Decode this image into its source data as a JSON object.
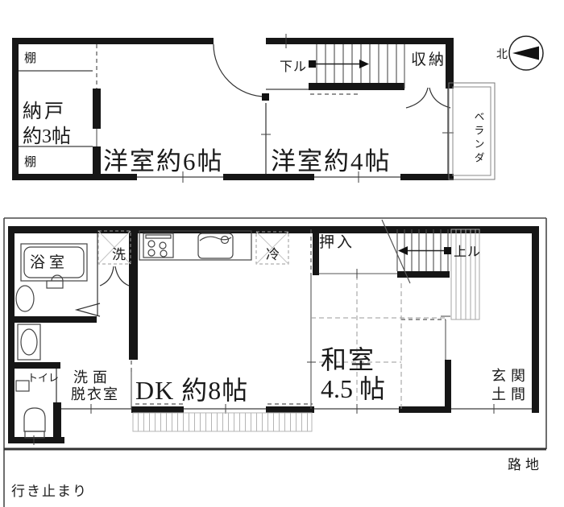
{
  "title": "floor-plan",
  "colors": {
    "wall": "#161616",
    "thin_line": "#3f3f3f",
    "light_line": "#a6a6a6",
    "background": "#ffffff"
  },
  "upper_floor": {
    "shelf_top": "棚",
    "shelf_bottom": "棚",
    "storage_line1": "納戸",
    "storage_line2": "約3帖",
    "western_room_6": "洋室約6帖",
    "western_room_4": "洋室約4帖",
    "stairs_down": "下ル",
    "closet": "収納",
    "veranda": "ベランダ",
    "compass_north": "北"
  },
  "lower_floor": {
    "bathroom": "浴室",
    "washer": "洗",
    "fridge": "冷",
    "closet": "押入",
    "stairs_up": "上ル",
    "toilet": "トイレ",
    "washroom_line1": "洗面",
    "washroom_line2": "脱衣室",
    "dining_kitchen": "DK 約8帖",
    "japanese_room_line1": "和室",
    "japanese_room_line2": "4.5 帖",
    "entrance_line1": "玄関",
    "entrance_line2": "土間",
    "alley": "路地",
    "dead_end": "行き止まり"
  }
}
